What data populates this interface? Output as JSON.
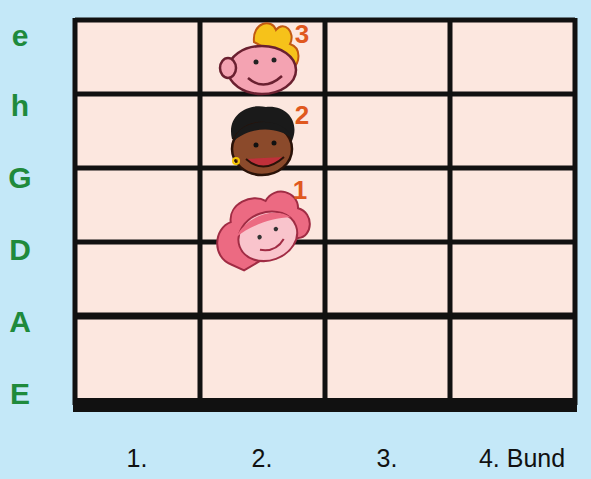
{
  "diagram": {
    "labels": [
      "e",
      "h",
      "G",
      "D",
      "A",
      "E",
      "3",
      "2",
      "1",
      "1.",
      "2.",
      "3.",
      "4. Bund"
    ]
  }
}
